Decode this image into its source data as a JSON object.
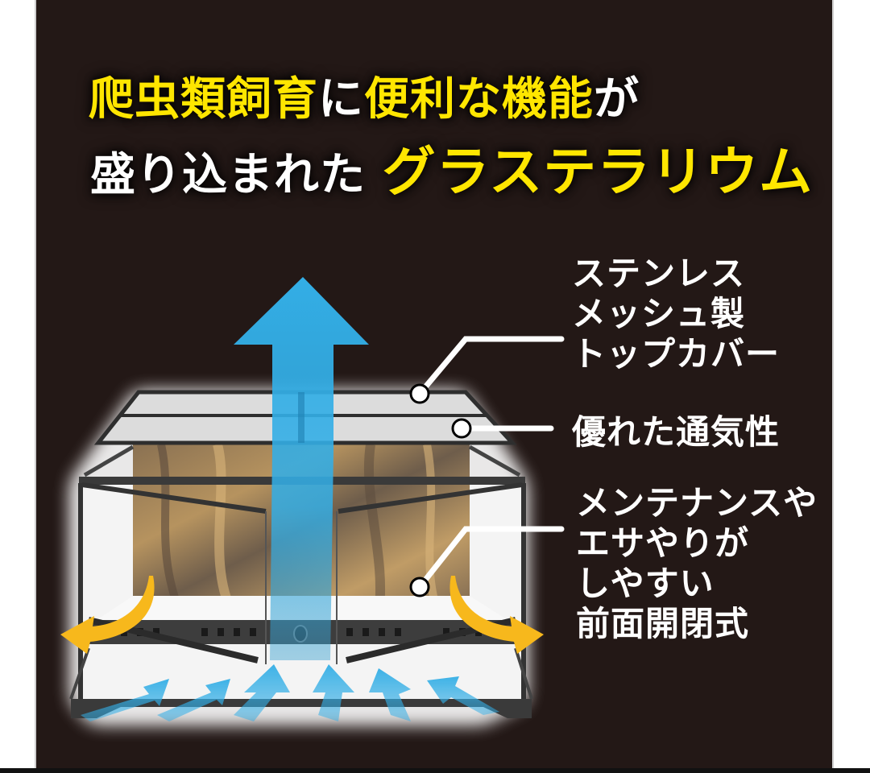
{
  "headline": {
    "line1": [
      {
        "text": "爬虫類飼育",
        "color": "yellow"
      },
      {
        "text": "に",
        "color": "white"
      },
      {
        "text": "便利な機能",
        "color": "yellow"
      },
      {
        "text": "が",
        "color": "white"
      }
    ],
    "line2": [
      {
        "text": "盛り込まれた",
        "color": "white"
      },
      {
        "text": "グラステラリウム",
        "color": "yellow"
      }
    ]
  },
  "callouts": [
    {
      "id": "top-cover",
      "text": "ステンレス\nメッシュ製\nトップカバー"
    },
    {
      "id": "ventilation",
      "text": "優れた通気性"
    },
    {
      "id": "front-doors",
      "text": "メンテナンスや\nエサやりが\nしやすい\n前面開閉式"
    }
  ],
  "illustration": {
    "subject": "glass terrarium with top mesh cover and front opening doors",
    "airflow_arrow_color": "#33aee6",
    "door_arrow_color": "#f7b81c",
    "intake_arrow_count": 6
  },
  "colors": {
    "background": "#231816",
    "accent_yellow": "#ffe600",
    "text_white": "#ffffff"
  }
}
